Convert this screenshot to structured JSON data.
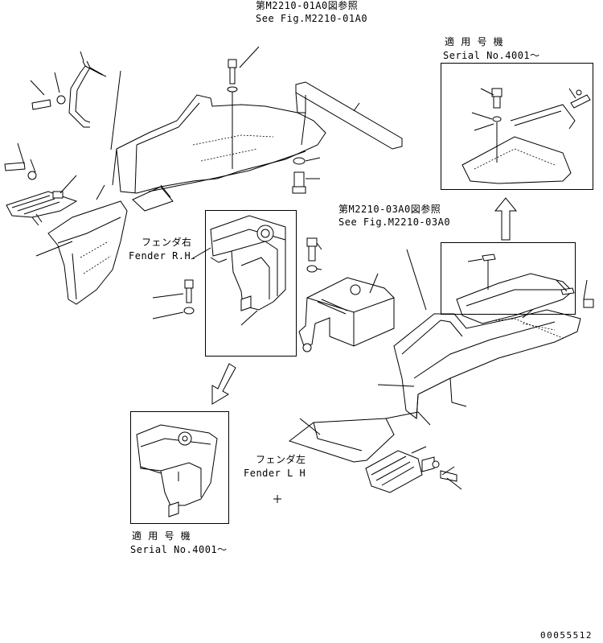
{
  "refs": {
    "top": {
      "jp": "第M2210-01A0図参照",
      "en": "See Fig.M2210-01A0"
    },
    "mid": {
      "jp": "第M2210-03A0図参照",
      "en": "See Fig.M2210-03A0"
    }
  },
  "serial": {
    "upper_right": {
      "jp": "適 用 号 機",
      "en": "Serial No.4001～"
    },
    "lower_left": {
      "jp": "適 用 号 機",
      "en": "Serial No.4001～"
    }
  },
  "fenders": {
    "rh": {
      "jp": "フェンダ右",
      "en": "Fender R.H."
    },
    "lh": {
      "jp": "フェンダ左",
      "en": "Fender L H"
    }
  },
  "doc_number": "00055512"
}
